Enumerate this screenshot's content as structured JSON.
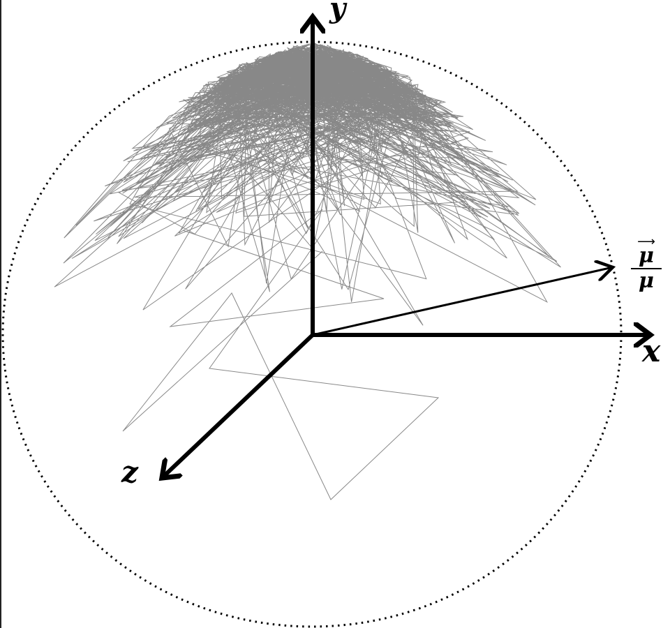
{
  "axes": {
    "x_label": "x",
    "y_label": "y",
    "z_label": "z"
  },
  "vector": {
    "numerator": "μ",
    "denominator": "μ"
  },
  "colors": {
    "walk": "#888888",
    "axes": "#000000",
    "sphere": "#000000"
  }
}
